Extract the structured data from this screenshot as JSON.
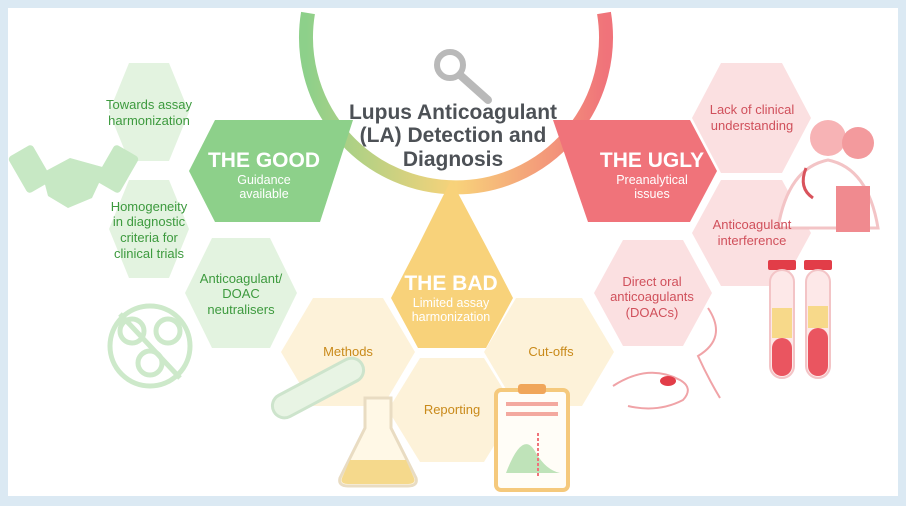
{
  "title": "Lupus Anticoagulant\n(LA) Detection and\nDiagnosis",
  "colors": {
    "good": "#8dd08a",
    "good_light": "#e3f3e0",
    "bad": "#f8d27a",
    "bad_light": "#fdf2d9",
    "ugly": "#f0737a",
    "ugly_light": "#fbe0e1",
    "frame": "#dbe9f3"
  },
  "good": {
    "title": "THE GOOD",
    "subtitle": "Guidance\navailable",
    "items": [
      "Towards assay\nharmonization",
      "Homogeneity\nin diagnostic\ncriteria for\nclinical trials",
      "Anticoagulant/\nDOAC\nneutralisers"
    ]
  },
  "bad": {
    "title": "THE BAD",
    "subtitle": "Limited assay\nharmonization",
    "items": [
      "Methods",
      "Reporting",
      "Cut-offs"
    ]
  },
  "ugly": {
    "title": "THE UGLY",
    "subtitle": "Preanalytical\nissues",
    "items": [
      "Lack of clinical\nunderstanding",
      "Anticoagulant\ninterference",
      "Direct oral\nanticoagulants\n(DOACs)"
    ]
  },
  "icons": [
    "magnifying-glass-icon",
    "handshake-icon",
    "pills-icon",
    "test-tube-icon",
    "flask-icon",
    "report-clipboard-icon",
    "doctors-icon",
    "blood-tubes-icon",
    "hand-pill-icon"
  ]
}
